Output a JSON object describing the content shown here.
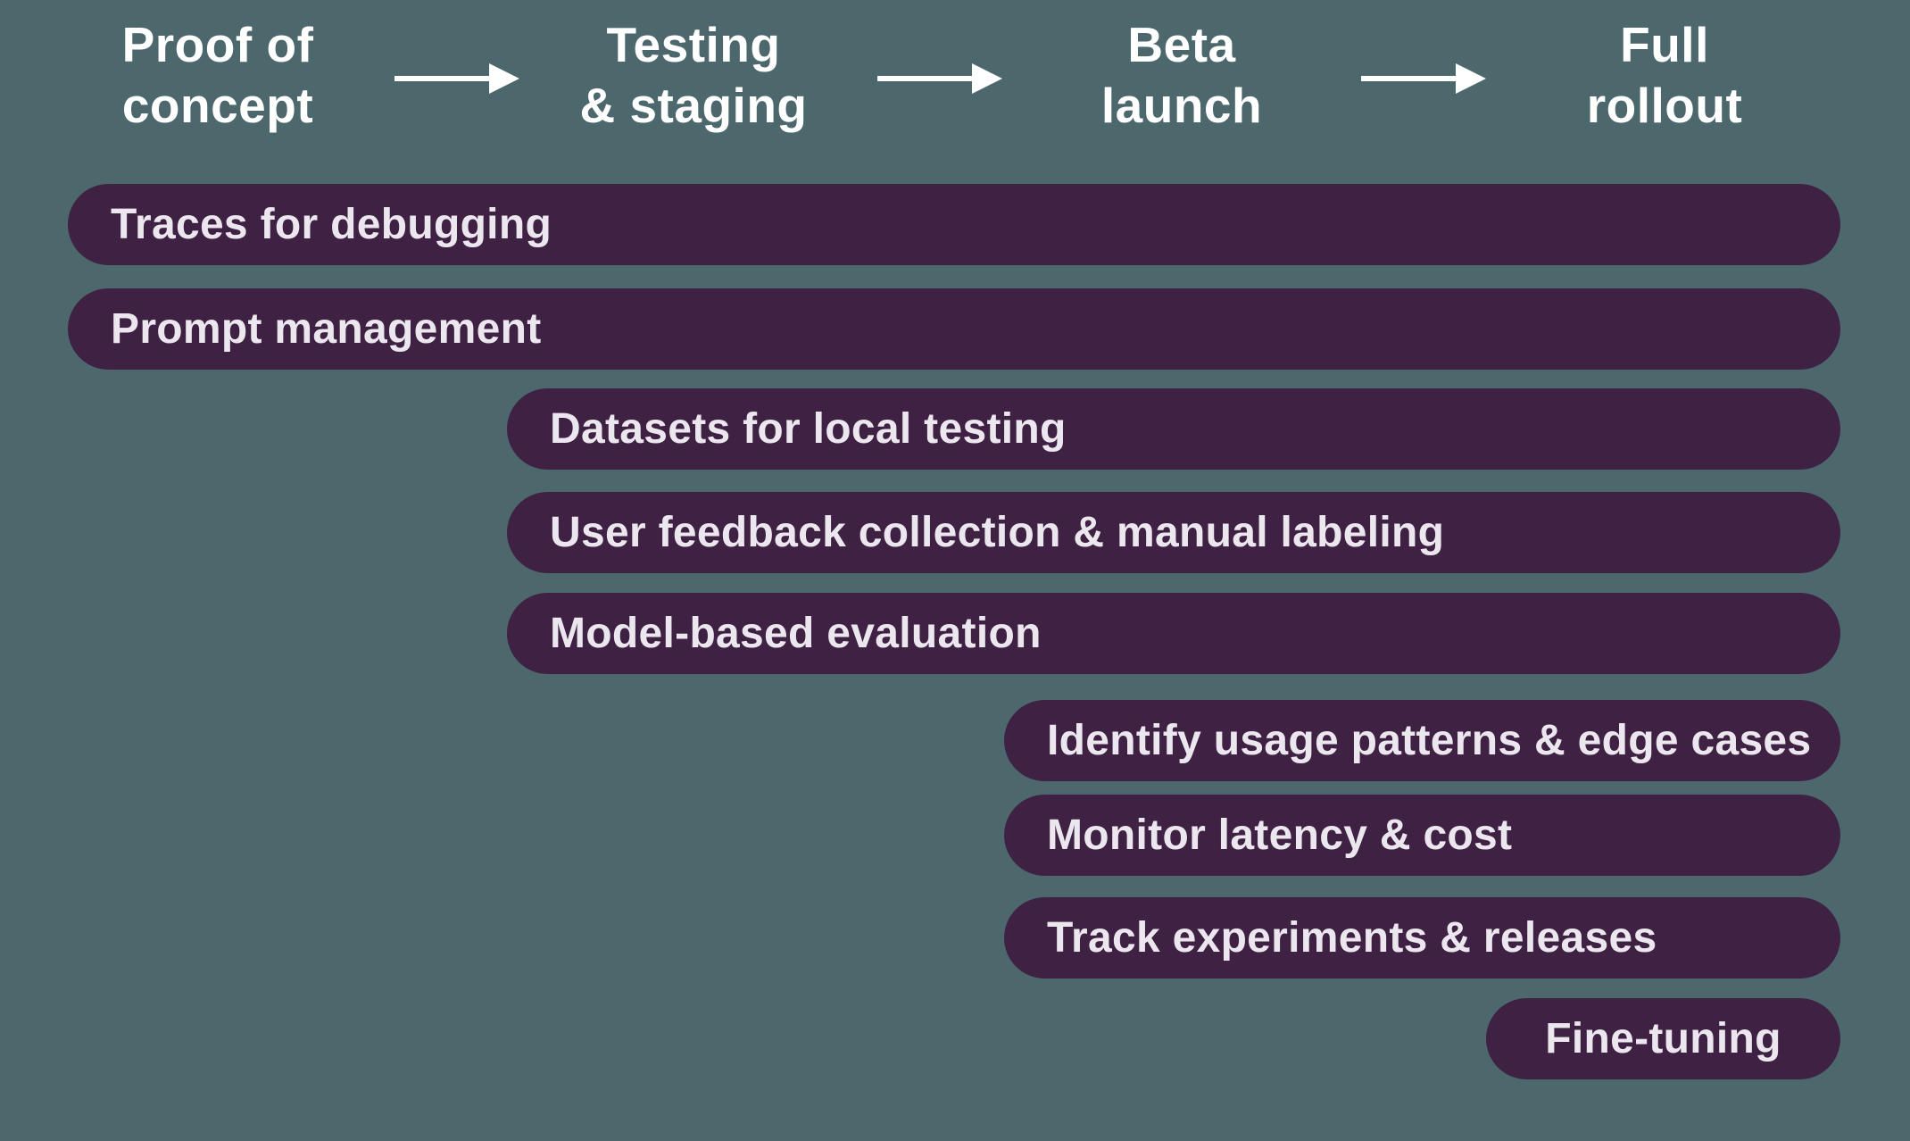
{
  "figure": {
    "background_color": "#4D686D",
    "bar_color": "#3F2144",
    "header_text_color": "#FFFFFF",
    "bar_text_color": "#ECE7EE",
    "arrow_color": "#FFFFFF"
  },
  "stages": [
    {
      "label": "Proof of\nconcept"
    },
    {
      "label": "Testing\n& staging"
    },
    {
      "label": "Beta\nlaunch"
    },
    {
      "label": "Full\nrollout"
    }
  ],
  "bars": [
    {
      "label": "Traces for debugging",
      "from_stage": "Proof of concept",
      "to_stage": "Full rollout"
    },
    {
      "label": "Prompt management",
      "from_stage": "Proof of concept",
      "to_stage": "Full rollout"
    },
    {
      "label": "Datasets for local testing",
      "from_stage": "Testing & staging",
      "to_stage": "Full rollout"
    },
    {
      "label": "User feedback collection & manual labeling",
      "from_stage": "Testing & staging",
      "to_stage": "Full rollout"
    },
    {
      "label": "Model-based evaluation",
      "from_stage": "Testing & staging",
      "to_stage": "Full rollout"
    },
    {
      "label": "Identify usage patterns & edge cases",
      "from_stage": "Beta launch",
      "to_stage": "Full rollout"
    },
    {
      "label": "Monitor latency & cost",
      "from_stage": "Beta launch",
      "to_stage": "Full rollout"
    },
    {
      "label": "Track experiments & releases",
      "from_stage": "Beta launch",
      "to_stage": "Full rollout"
    },
    {
      "label": "Fine-tuning",
      "from_stage": "Full rollout",
      "to_stage": "Full rollout"
    }
  ]
}
